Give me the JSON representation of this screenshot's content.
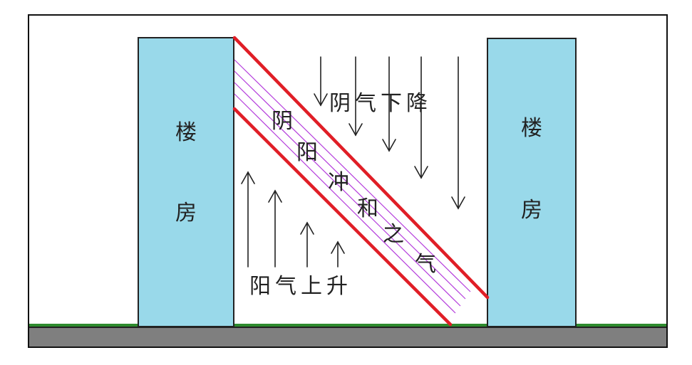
{
  "labels": {
    "building_left_line1": "楼",
    "building_left_line2": "房",
    "building_right_line1": "楼",
    "building_right_line2": "房",
    "yin_descends": "阴气下降",
    "yang_rises": "阳气上升",
    "harmony": [
      "阴",
      "阳",
      "冲",
      "和",
      "之",
      "气"
    ]
  },
  "colors": {
    "building": "#99d9ea",
    "band_border": "#e01e26",
    "band_hatch": "#b43cdc",
    "ground_grass": "#2e8b2e",
    "ground": "#7f7f7f",
    "frame": "#111111",
    "text": "#222222"
  }
}
